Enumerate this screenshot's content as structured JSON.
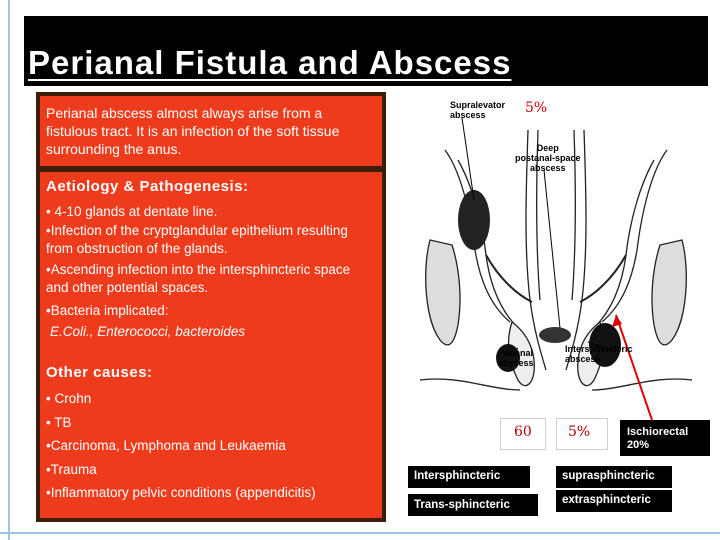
{
  "slide": {
    "title": "Perianal Fistula and Abscess",
    "intro": "Perianal abscess almost always arise from a fistulous tract. It is an infection of the soft tissue surrounding the anus.",
    "aetiology_heading": "Aetiology & Pathogenesis:",
    "aetiology_items": [
      "• 4-10 glands at dentate line.",
      "•Infection of the cryptglandular epithelium resulting from obstruction of the glands.",
      "•Ascending infection into the intersphincteric space and other potential spaces.",
      "•Bacteria implicated:",
      "E.Coli., Enterococci, bacteroides"
    ],
    "other_heading": "Other causes:",
    "other_items": [
      "• Crohn",
      "• TB",
      "•Carcinoma, Lymphoma and Leukaemia",
      "•Trauma",
      "•Inflammatory pelvic conditions (appendicitis)"
    ]
  },
  "diagram": {
    "labels": {
      "supralevator": "Supralevator\nabscess",
      "deep_postanal": "Deep\npostanal-space\nabscess",
      "perianal": "Perianal\nabscess",
      "intersphincteric": "Intersphincteric\nabscess"
    },
    "supralevator_pct": "5%"
  },
  "stats": {
    "intersphincteric_pct": "60",
    "suprasphincteric_pct": "5%",
    "ischiorectal": "Ischiorectal\n20%",
    "types": {
      "intersphincteric": "Intersphincteric",
      "suprasphincteric": "suprasphincteric",
      "transsphincteric": "Trans-sphincteric",
      "extrasphincteric": "extrasphincteric"
    }
  },
  "colors": {
    "box_red": "#ee3b1c",
    "panel_brown": "#3b1d08",
    "arrow_red": "#e00000",
    "title_bg": "#000000"
  }
}
